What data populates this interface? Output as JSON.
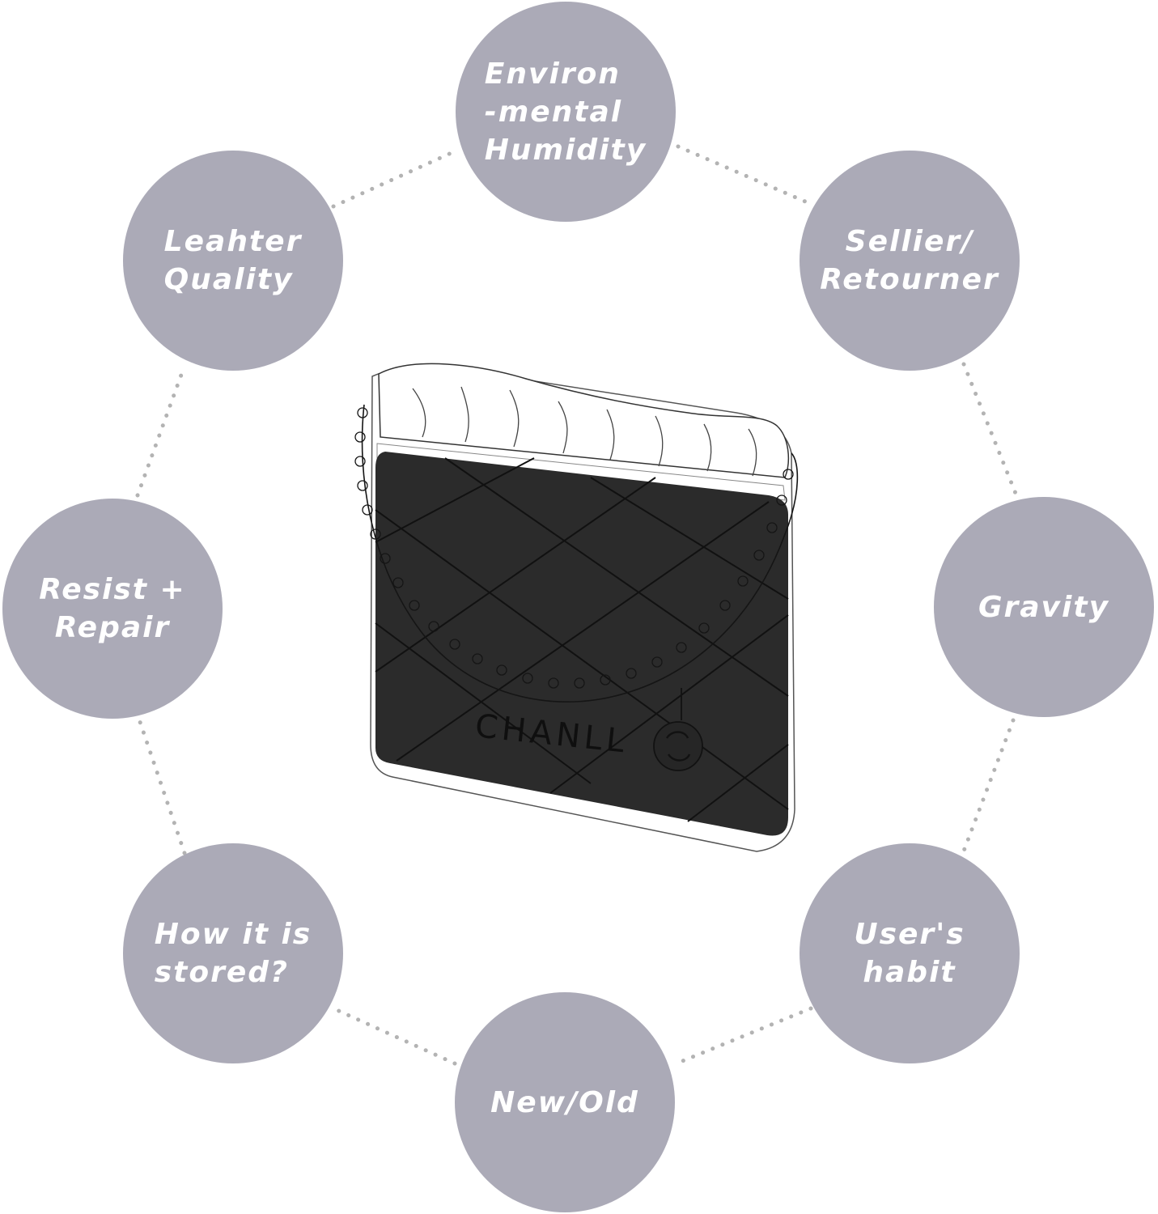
{
  "colors": {
    "node_fill": "#abaab7",
    "node_text": "#ffffff",
    "connector": "#b3b3b3",
    "bag_body": "#2b2b2b",
    "bag_lines": "#111111"
  },
  "nodes": [
    {
      "id": "environmental-humidity",
      "label": "Environ\n-mental\nHumidity"
    },
    {
      "id": "sellier-retourner",
      "label": "Sellier/\nRetourner"
    },
    {
      "id": "gravity",
      "label": "Gravity"
    },
    {
      "id": "users-habit",
      "label": "User's\nhabit"
    },
    {
      "id": "new-old",
      "label": "New/Old"
    },
    {
      "id": "how-it-is-stored",
      "label": "How it is\nstored?"
    },
    {
      "id": "resist-repair",
      "label": "Resist +\nRepair"
    },
    {
      "id": "leather-quality",
      "label": "Leahter\nQuality"
    }
  ],
  "product": {
    "brand_text": "CHANLL"
  }
}
